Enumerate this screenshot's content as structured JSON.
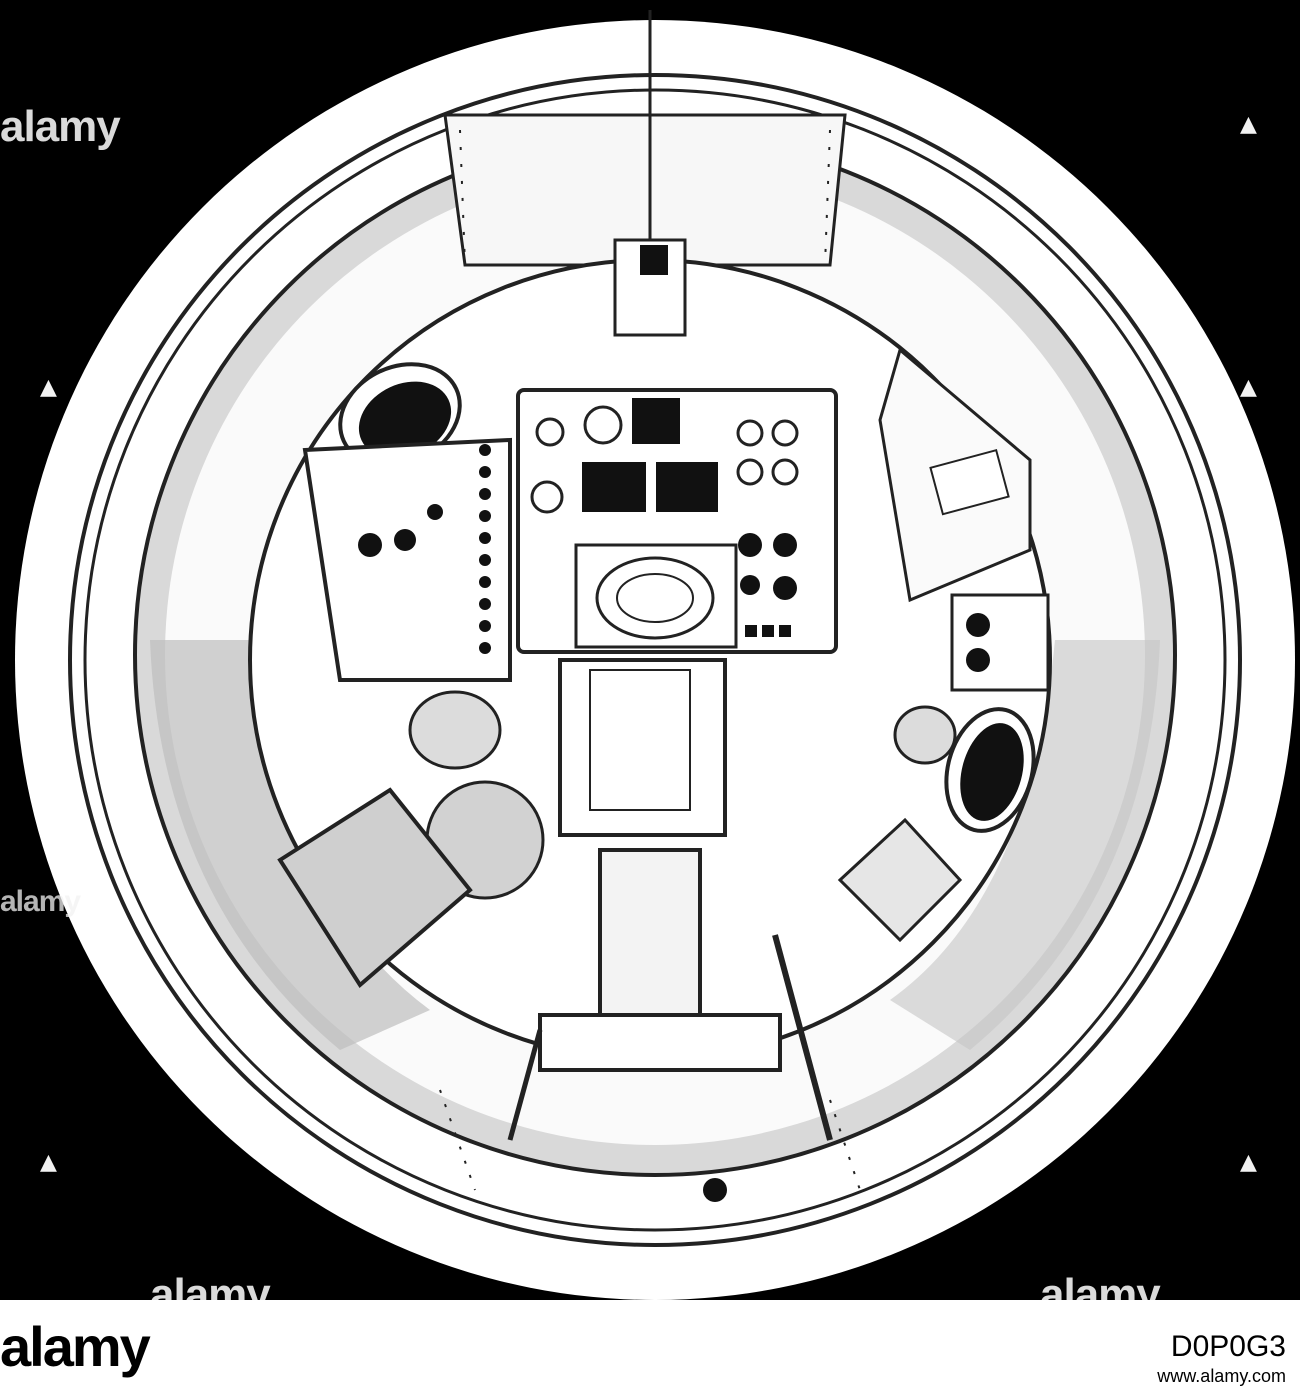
{
  "image": {
    "subject": "spacecraft-capsule-interior",
    "watermark_text": "alamy",
    "colors": {
      "background": "#000000",
      "ink": "#1a1a1a",
      "paper": "#ffffff",
      "grey": "#bdbdbd"
    }
  },
  "footer": {
    "logo": "alamy",
    "image_id": "D0P0G3",
    "url": "www.alamy.com"
  }
}
